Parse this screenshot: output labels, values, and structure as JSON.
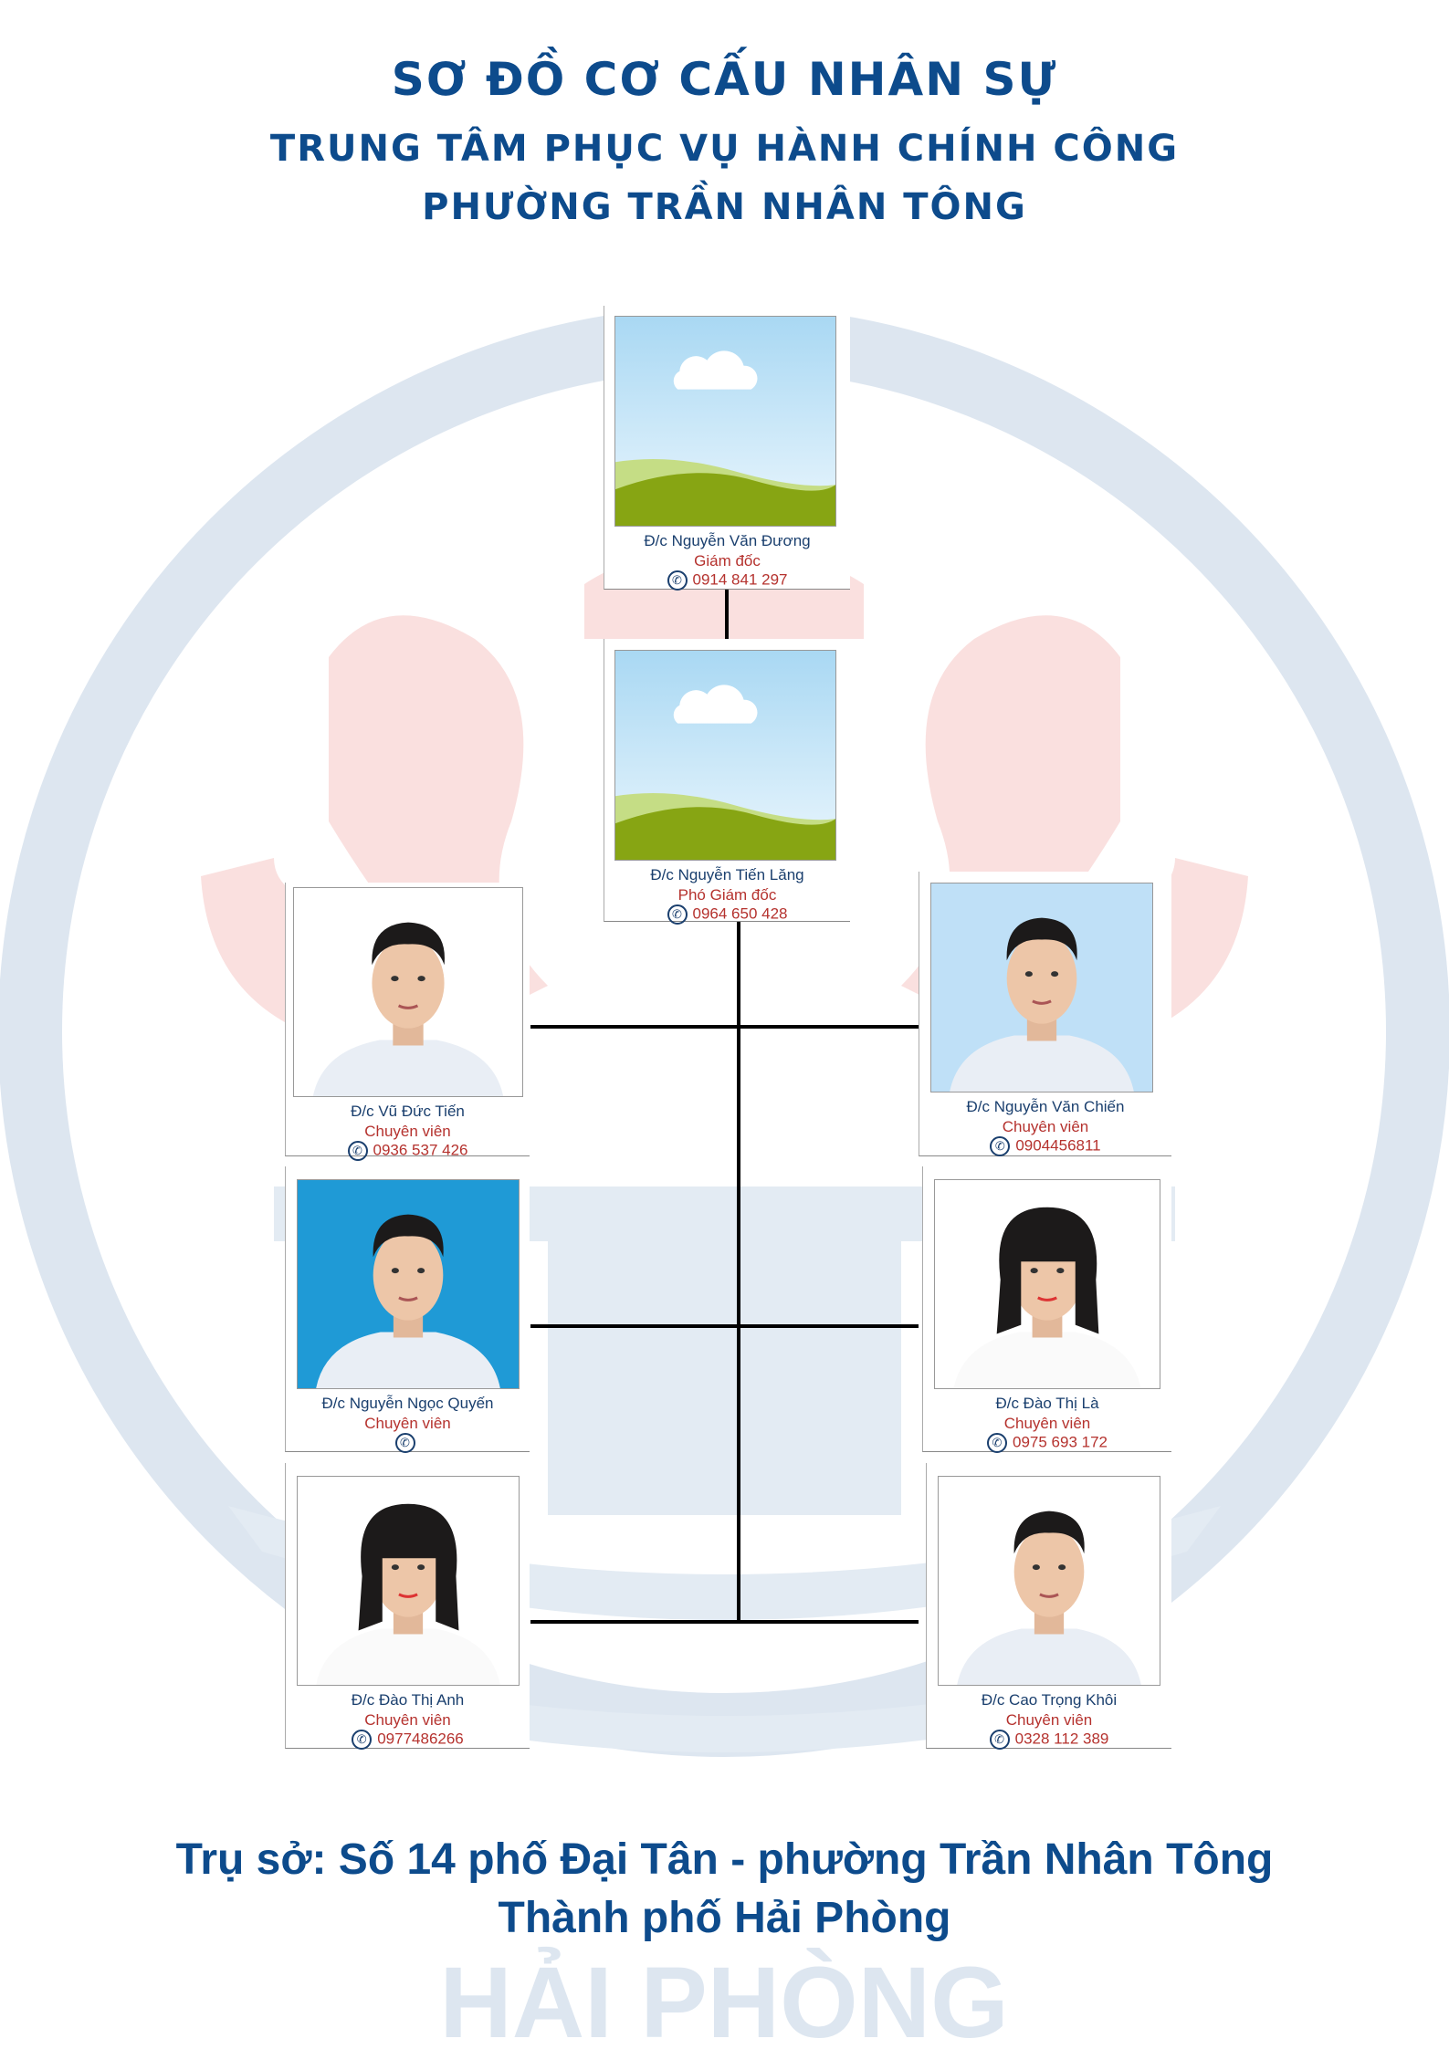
{
  "title": {
    "line1": "Sơ đồ cơ cấu nhân sự",
    "line2": "Trung tâm phục vụ hành chính công",
    "line3": "Phường Trần Nhân Tông"
  },
  "watermark_text": "HẢI PHÒNG",
  "staff": [
    {
      "name": "Đ/c Nguyễn Văn Đương",
      "role": "Giám đốc",
      "phone": "0914 841 297"
    },
    {
      "name": "Đ/c Nguyễn Tiến Lăng",
      "role": "Phó Giám đốc",
      "phone": "0964 650 428"
    },
    {
      "name": "Đ/c Vũ Đức Tiến",
      "role": "Chuyên viên",
      "phone": "0936 537 426"
    },
    {
      "name": "Đ/c Nguyễn Văn Chiến",
      "role": "Chuyên viên",
      "phone": "0904456811"
    },
    {
      "name": "Đ/c Nguyễn Ngọc Quyến",
      "role": "Chuyên viên",
      "phone": ""
    },
    {
      "name": "Đ/c Đào Thị Là",
      "role": "Chuyên viên",
      "phone": "0975 693 172"
    },
    {
      "name": "Đ/c Đào Thị Anh",
      "role": "Chuyên viên",
      "phone": "0977486266"
    },
    {
      "name": "Đ/c Cao Trọng Khôi",
      "role": "Chuyên viên",
      "phone": "0328 112 389"
    }
  ],
  "footer": {
    "line1": "Trụ sở: Số 14 phố Đại Tân - phường Trần Nhân Tông",
    "line2": "Thành phố Hải Phòng"
  },
  "colors": {
    "title": "#0d4b8c",
    "name": "#1a3f6e",
    "role": "#b5322e"
  }
}
